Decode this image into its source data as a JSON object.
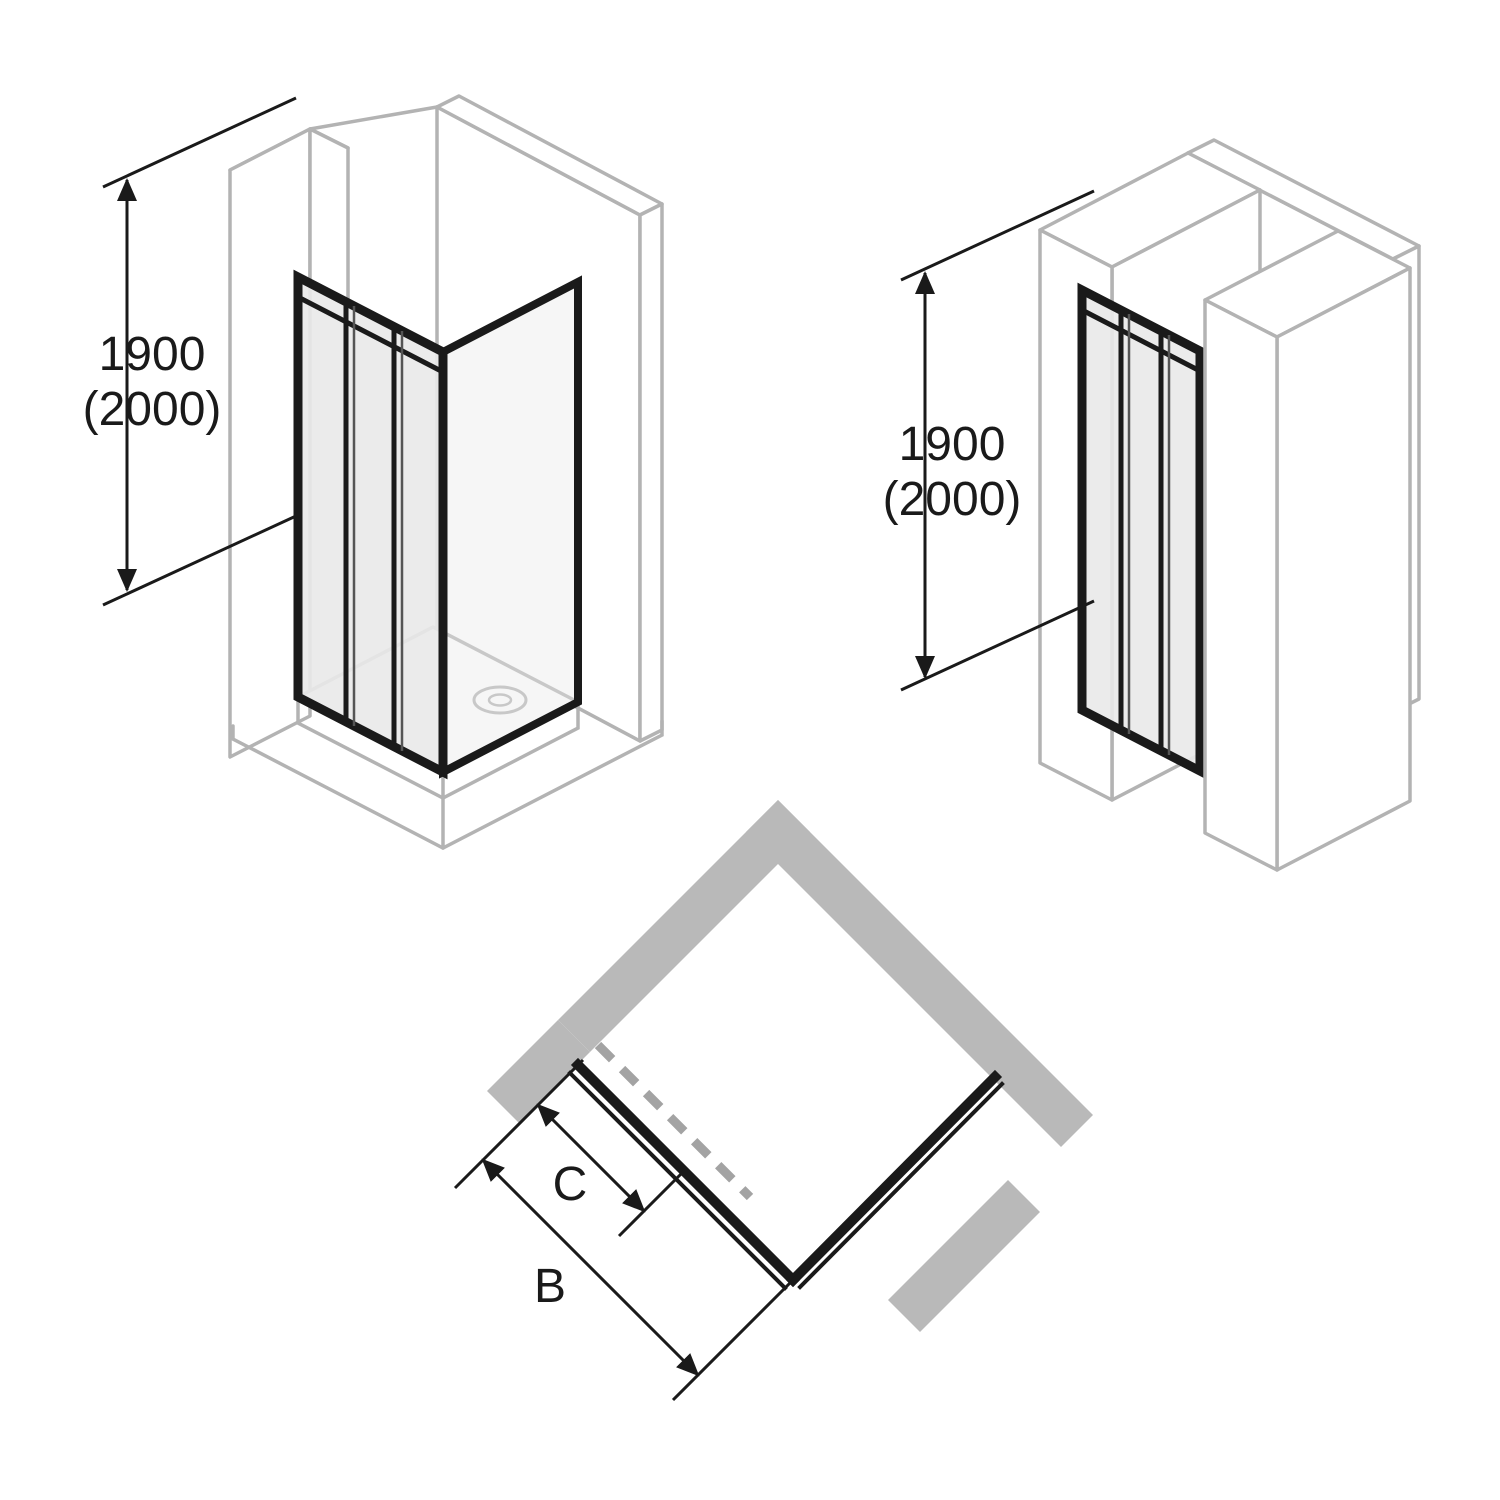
{
  "diagram": {
    "left_view": {
      "height_value": "1900",
      "height_alt": "(2000)"
    },
    "right_view": {
      "height_value": "1900",
      "height_alt": "(2000)"
    },
    "plan_view": {
      "entry_label": "C",
      "width_label": "B"
    },
    "colors": {
      "background": "#ffffff",
      "wall_gray": "#b3b3b3",
      "plan_wall_gray": "#b9b9b9",
      "frame_black": "#1a1a1a",
      "glass_light": "#e9e9e9",
      "dash_gray": "#a3a3a3"
    }
  }
}
